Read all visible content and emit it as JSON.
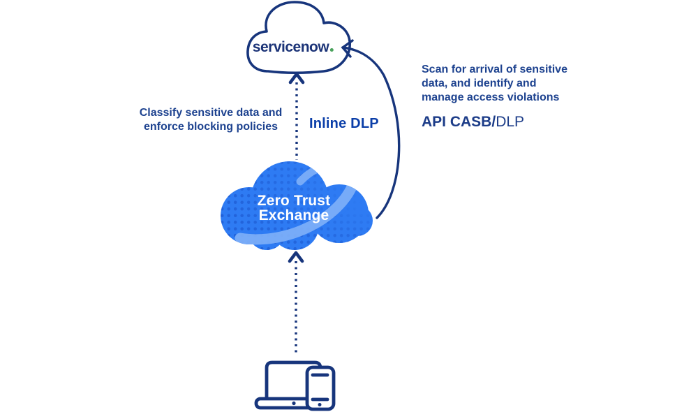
{
  "diagram": {
    "title_context": "DLP data-protection flow diagram",
    "servicenow": {
      "wordmark": "servicenow"
    },
    "zero_trust": {
      "line1": "Zero Trust",
      "line2": "Exchange"
    },
    "left_callout": {
      "line1": "Classify sensitive data and",
      "line2": "enforce blocking policies",
      "heading": "Inline DLP"
    },
    "right_callout": {
      "line1": "Scan for arrival of sensitive",
      "line2": "data, and identify and",
      "line3": "manage access violations",
      "heading_strong": "API CASB/",
      "heading_light": "DLP"
    },
    "icons": {
      "top": "servicenow-cloud-outline-icon",
      "middle": "zero-trust-exchange-cloud-icon",
      "bottom": "laptop-and-phone-devices-icon",
      "connectors": [
        "dotted-up-arrow",
        "dotted-up-arrow",
        "curved-api-arrow"
      ]
    },
    "colors": {
      "navy": "#17357c",
      "body_text": "#1d428f",
      "inline_dlp": "#0b3ea8",
      "api_text": "#1c3c88",
      "cloud_blue": "#2e7bf3",
      "cloud_dots": "#2161d8",
      "swoosh": "#7fb0f8",
      "servicenow_text": "#1b3377",
      "servicenow_green": "#4aa25c"
    }
  }
}
